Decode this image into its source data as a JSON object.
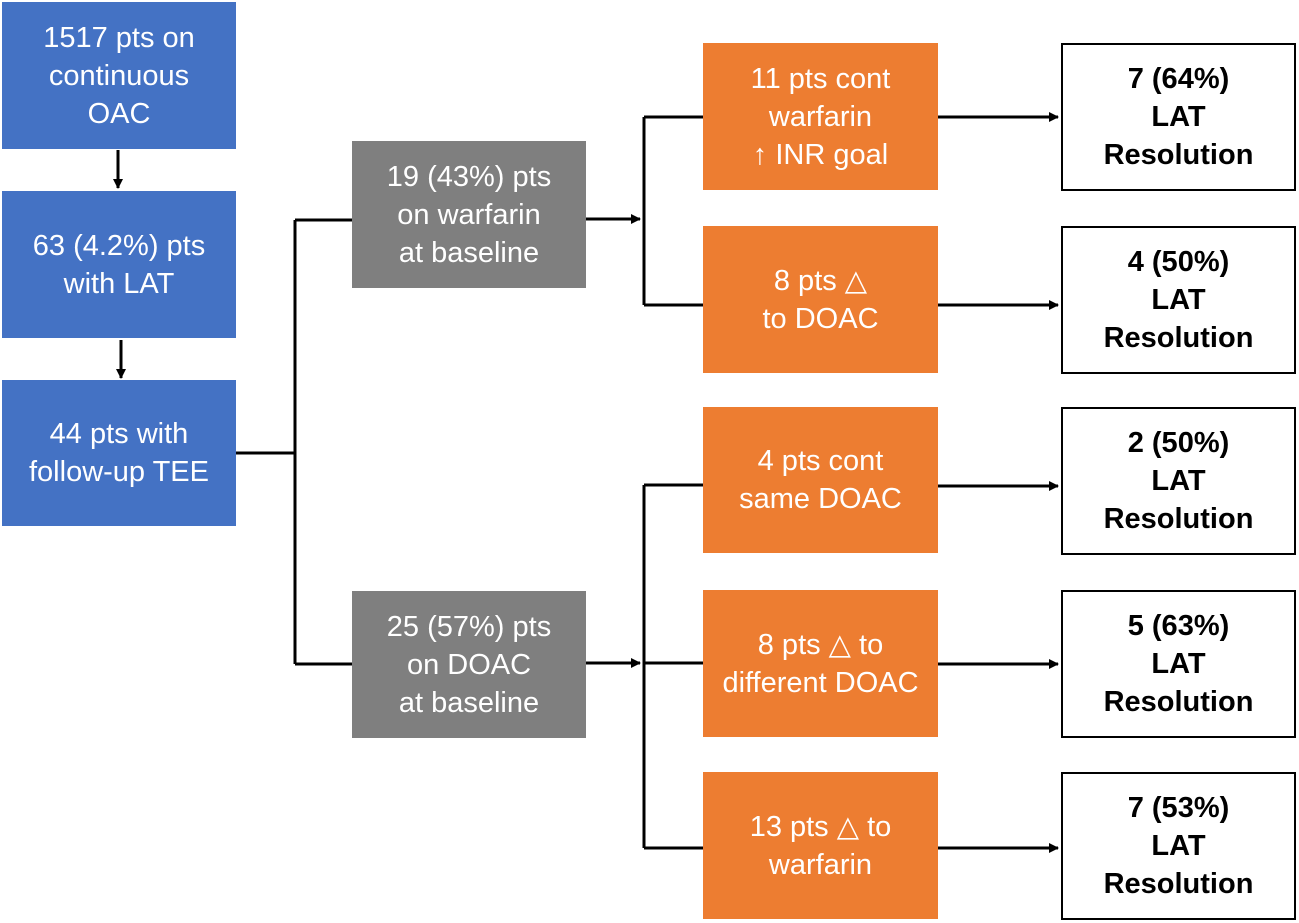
{
  "boxes": {
    "b1": [
      "1517 pts on",
      "continuous",
      "OAC"
    ],
    "b2": [
      "63 (4.2%) pts",
      "with LAT"
    ],
    "b3": [
      "44 pts with",
      "follow-up TEE"
    ],
    "warfarin": [
      "19 (43%) pts",
      "on warfarin",
      "at baseline"
    ],
    "doac": [
      "25 (57%) pts",
      "on DOAC",
      "at baseline"
    ],
    "o1": [
      "11 pts cont",
      "warfarin",
      "↑ INR goal"
    ],
    "o2": [
      "8 pts △",
      "to DOAC"
    ],
    "o3": [
      "4 pts cont",
      "same DOAC"
    ],
    "o4": [
      "8 pts △ to",
      "different DOAC"
    ],
    "o5": [
      "13 pts △ to",
      "warfarin"
    ],
    "r1": [
      "7 (64%)",
      "LAT",
      "Resolution"
    ],
    "r2": [
      "4 (50%)",
      "LAT",
      "Resolution"
    ],
    "r3": [
      "2 (50%)",
      "LAT",
      "Resolution"
    ],
    "r4": [
      "5 (63%)",
      "LAT",
      "Resolution"
    ],
    "r5": [
      "7 (53%)",
      "LAT",
      "Resolution"
    ]
  },
  "colors": {
    "blue": "#4472c4",
    "gray": "#7f7f7f",
    "orange": "#ed7d31",
    "connector": "#000000"
  }
}
